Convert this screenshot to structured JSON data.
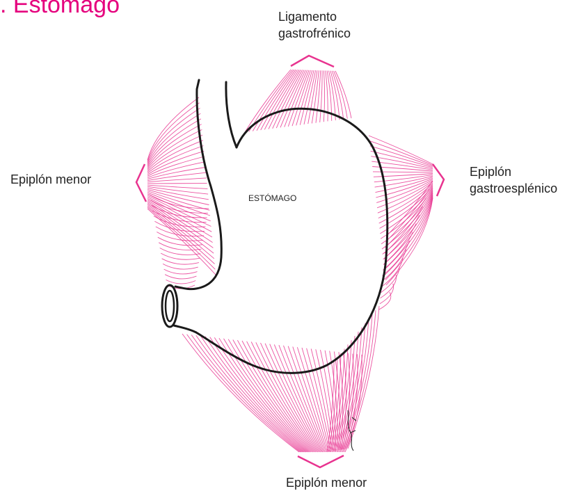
{
  "title": ". Estómago",
  "labels": {
    "gastrofrenico": [
      "Ligamento",
      "gastrofrénico"
    ],
    "epiplon_menor_left": "Epiplón menor",
    "gastroesplenico": [
      "Epiplón",
      "gastroesplénico"
    ],
    "epiplon_menor_bottom": "Epiplón menor",
    "organ": "ESTÓMAGO"
  },
  "colors": {
    "title": "#e5007d",
    "ligament": "#e8338f",
    "outline": "#1a1a1a"
  }
}
